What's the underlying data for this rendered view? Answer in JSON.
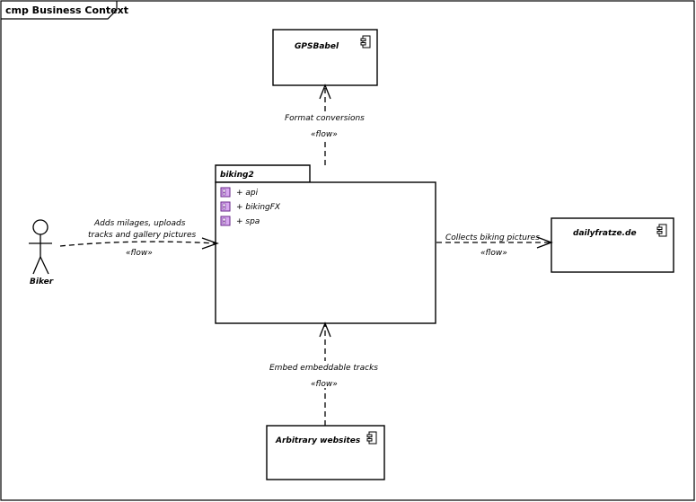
{
  "frame_title": "cmp Business Context",
  "actor": {
    "name": "Biker"
  },
  "components": {
    "gpsbabel": "GPSBabel",
    "dailyfratze": "dailyfratze.de",
    "arbitrary": "Arbitrary websites"
  },
  "package": {
    "name": "biking2",
    "members": [
      "+ api",
      "+ bikingFX",
      "+ spa"
    ]
  },
  "flows": {
    "biker": {
      "lines": [
        "Adds milages, uploads",
        "tracks and gallery pictures"
      ],
      "stereotype": "«flow»"
    },
    "gps": {
      "label": "Format conversions",
      "stereotype": "«flow»"
    },
    "daily": {
      "label": "Collects biking pictures",
      "stereotype": "«flow»"
    },
    "web": {
      "label": "Embed embeddable tracks",
      "stereotype": "«flow»"
    }
  },
  "colors": {
    "stroke": "#000000",
    "member_icon": "#c080e0",
    "background": "#ffffff"
  }
}
